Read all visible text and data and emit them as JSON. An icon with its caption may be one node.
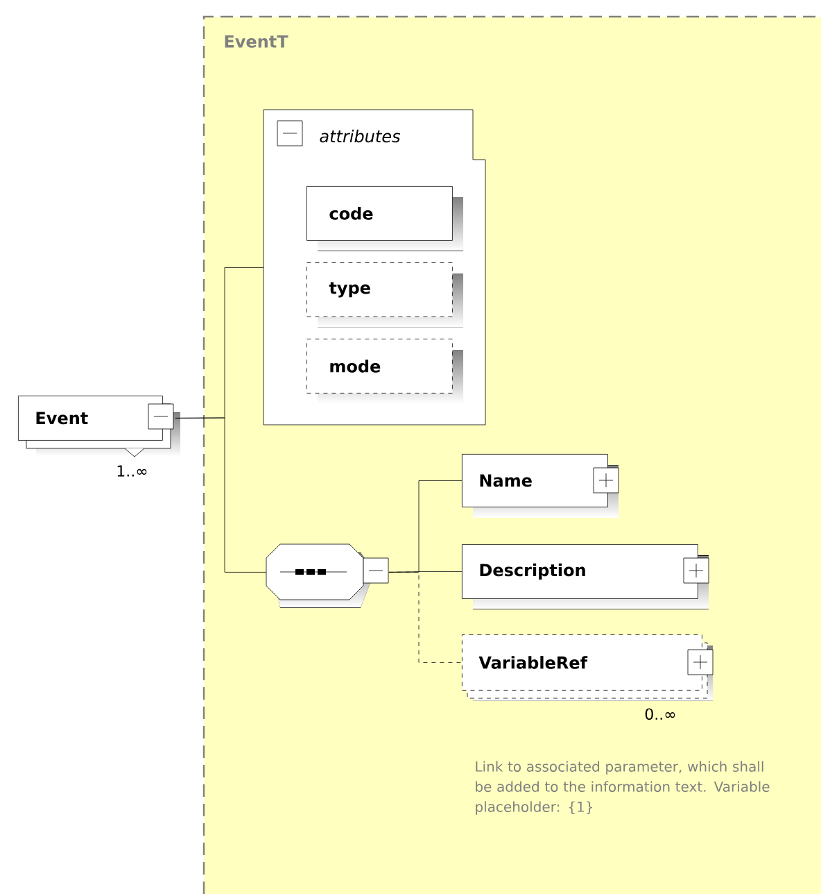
{
  "diagram": {
    "nodes": [
      {
        "text": [
          "EventT"
        ]
      },
      {
        "text": [
          "Event"
        ],
        "beside": [
          "1..∞"
        ]
      },
      {
        "text": [
          "attributes"
        ],
        "in": 0
      },
      {
        "text": [
          "code"
        ],
        "in": 2
      },
      {
        "text": [
          "type"
        ],
        "in": 2
      },
      {
        "text": [
          "mode"
        ],
        "in": 2
      },
      {
        "text": [],
        "shape": "octagon",
        "in": 0
      },
      {
        "text": [
          "Name"
        ],
        "in": 0
      },
      {
        "text": [
          "Description"
        ],
        "in": 0
      },
      {
        "text": [
          "VariableRef"
        ],
        "in": 0,
        "beside": [
          "0..∞",
          "Link to associated parameter, which shall be added to the information text. Variable placeholder: {1}"
        ]
      }
    ],
    "edges": [
      {
        "from": 1,
        "to": 2,
        "arrow": "none"
      },
      {
        "from": 1,
        "to": 6,
        "arrow": "none"
      },
      {
        "from": 6,
        "to": 7,
        "arrow": "none"
      },
      {
        "from": 6,
        "to": 8,
        "arrow": "none"
      },
      {
        "from": 6,
        "to": 9,
        "arrow": "none",
        "style": "dashed"
      }
    ]
  }
}
